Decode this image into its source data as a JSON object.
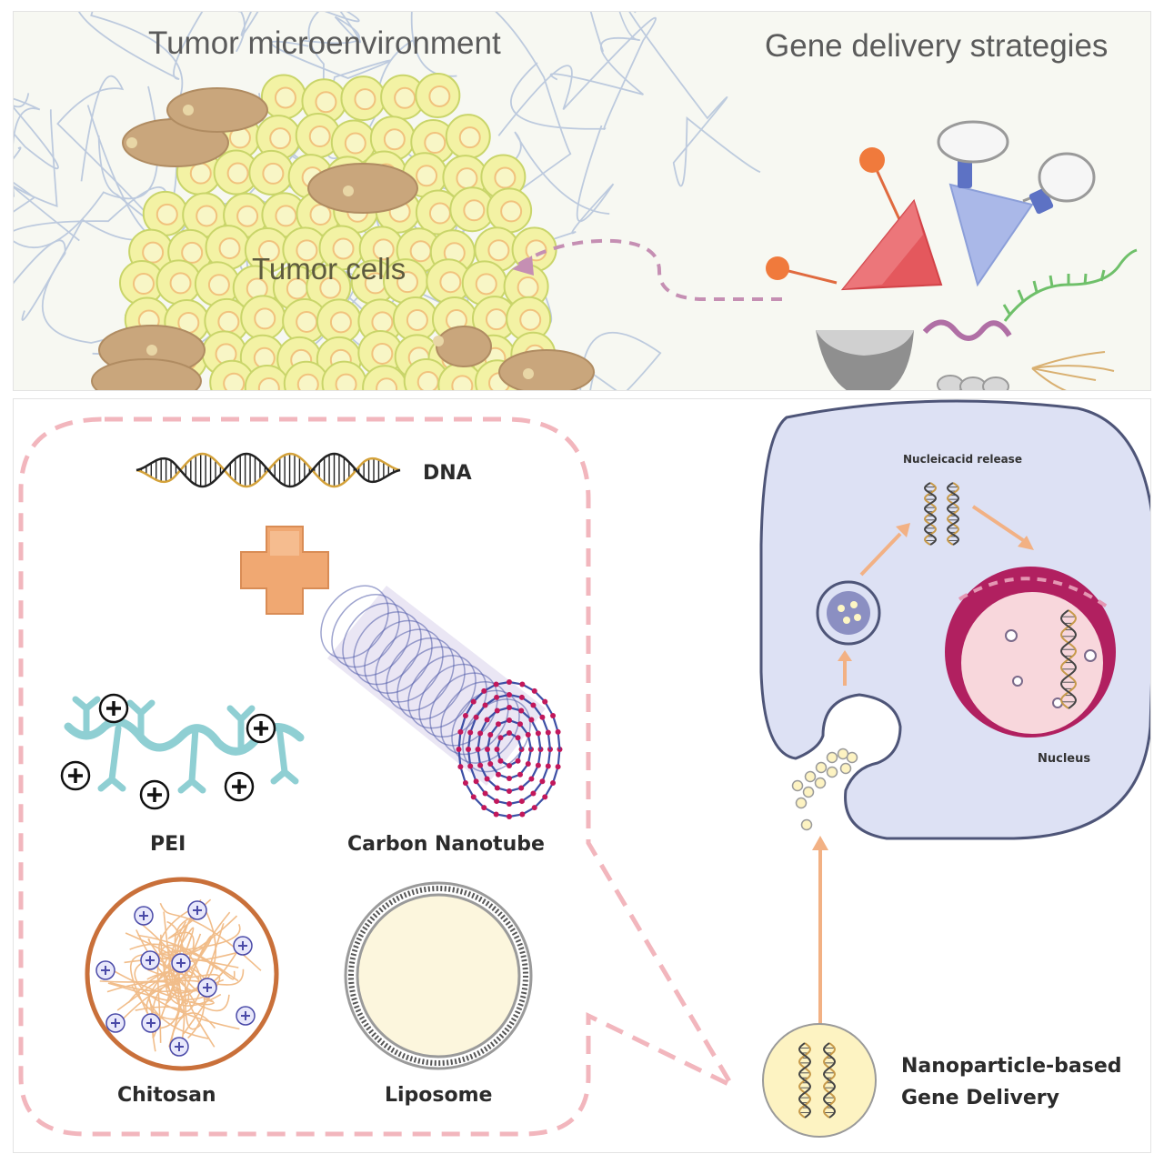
{
  "top": {
    "left_title": "Tumor microenvironment",
    "right_title": "Gene delivery strategies",
    "center_label": "Tumor cells"
  },
  "bottom": {
    "dna_label": "DNA",
    "pei_label": "PEI",
    "nanotube_label": "Carbon Nanotube",
    "chitosan_label": "Chitosan",
    "liposome_label": "Liposome",
    "release_label": "Nucleicacid release",
    "nucleus_label": "Nucleus",
    "delivery_label_line1": "Nanoparticle-based",
    "delivery_label_line2": "Gene Delivery"
  },
  "colors": {
    "tumor_cell": "#f3f2a4",
    "stroma_cell": "#c9a67c",
    "dashed_outline": "#f2b6bd",
    "arrow": "#f2b184",
    "cell_body": "#dde1f4",
    "nucleus_outer": "#c2185b",
    "nucleus_inner": "#f8d7dc",
    "plus_sign": "#f0a872"
  }
}
